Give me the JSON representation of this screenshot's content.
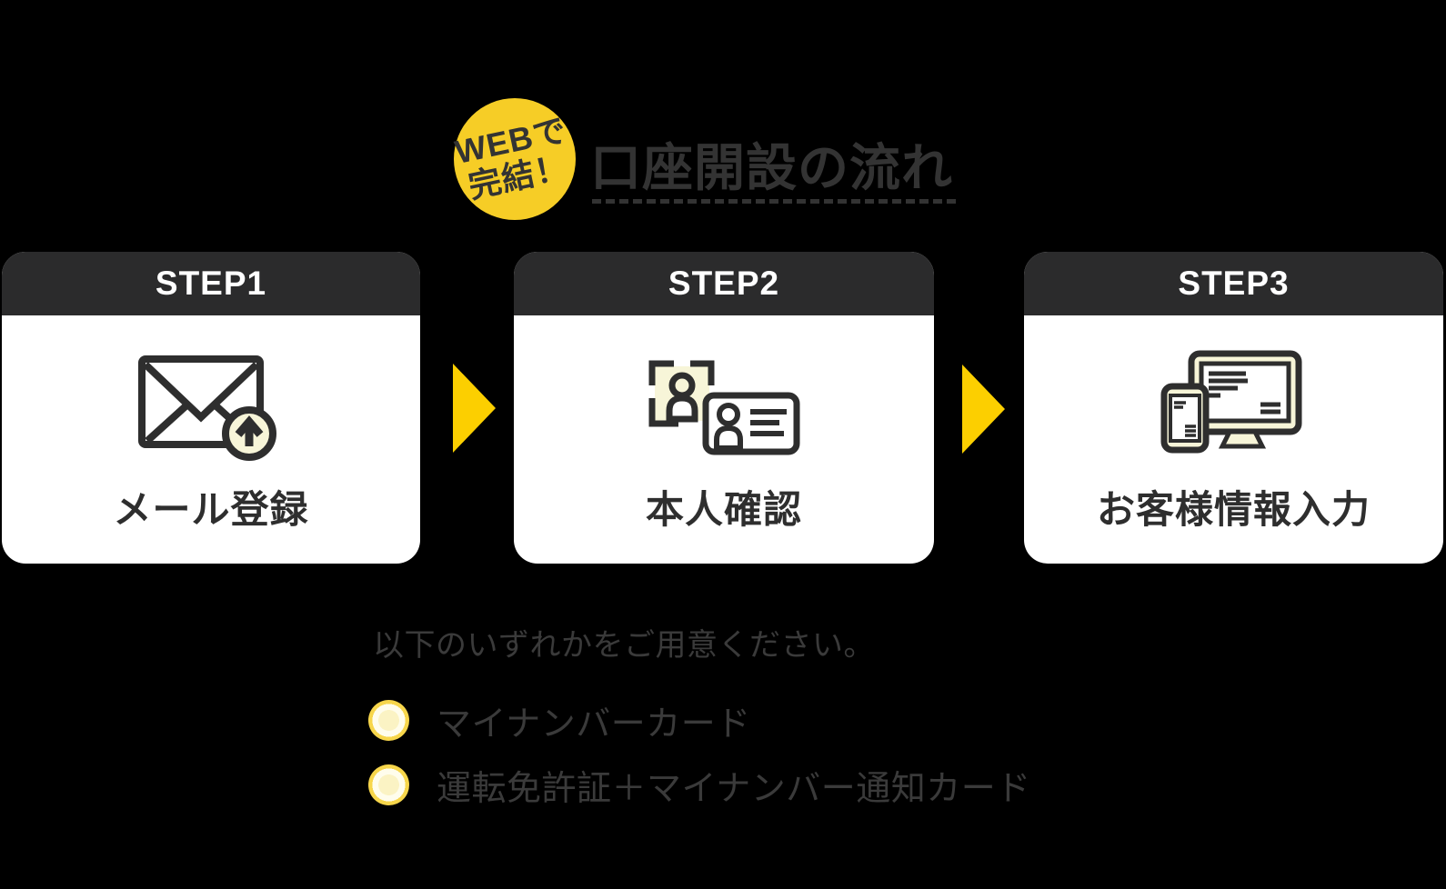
{
  "badge": {
    "line1": "WEBで",
    "line2": "完結！"
  },
  "title": "口座開設の流れ",
  "steps": [
    {
      "label": "STEP1",
      "caption": "メール登録",
      "icon": "mail-upload-icon"
    },
    {
      "label": "STEP2",
      "caption": "本人確認",
      "icon": "identity-verification-icon"
    },
    {
      "label": "STEP3",
      "caption": "お客様情報入力",
      "icon": "pc-smartphone-icon"
    }
  ],
  "notes": {
    "intro": "以下のいずれかをご用意ください。",
    "items": [
      {
        "text": "マイナンバーカード"
      },
      {
        "text": "運転免許証＋マイナンバー通知カード"
      }
    ]
  },
  "colors": {
    "badge_yellow": "#f6cd26",
    "arrow_yellow": "#fccf00",
    "icon_pale_yellow": "#f7f5d8",
    "bullet_yellow": "#f7d64b",
    "header_dark": "#2b2b2c",
    "text_dark": "#333333",
    "card_white": "#ffffff",
    "background": "#000000"
  }
}
